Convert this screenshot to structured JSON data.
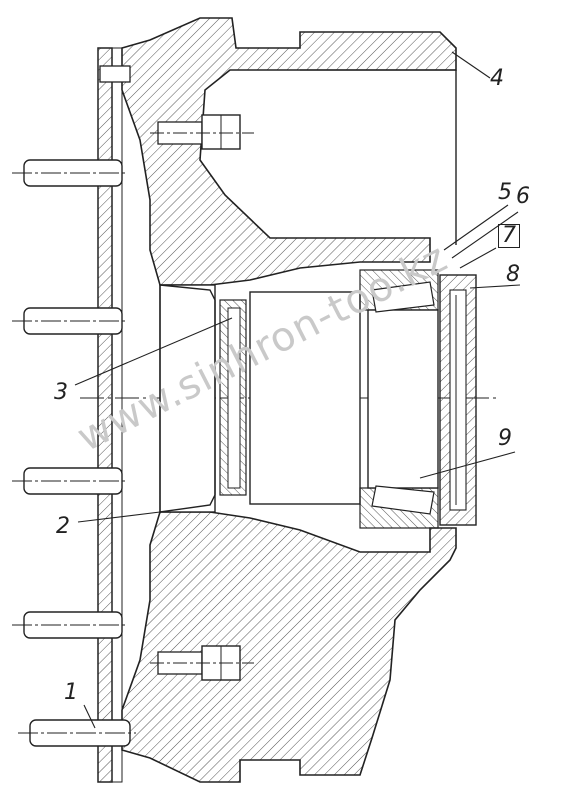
{
  "callouts": {
    "c1": "1",
    "c2": "2",
    "c3": "3",
    "c4": "4",
    "c5": "5",
    "c6": "6",
    "c7": "7",
    "c8": "8",
    "c9": "9"
  },
  "watermark": "www.sinhron-too.kz",
  "colors": {
    "ink": "#222222",
    "hatch": "#555555",
    "watermark": "#c9c9c9"
  }
}
